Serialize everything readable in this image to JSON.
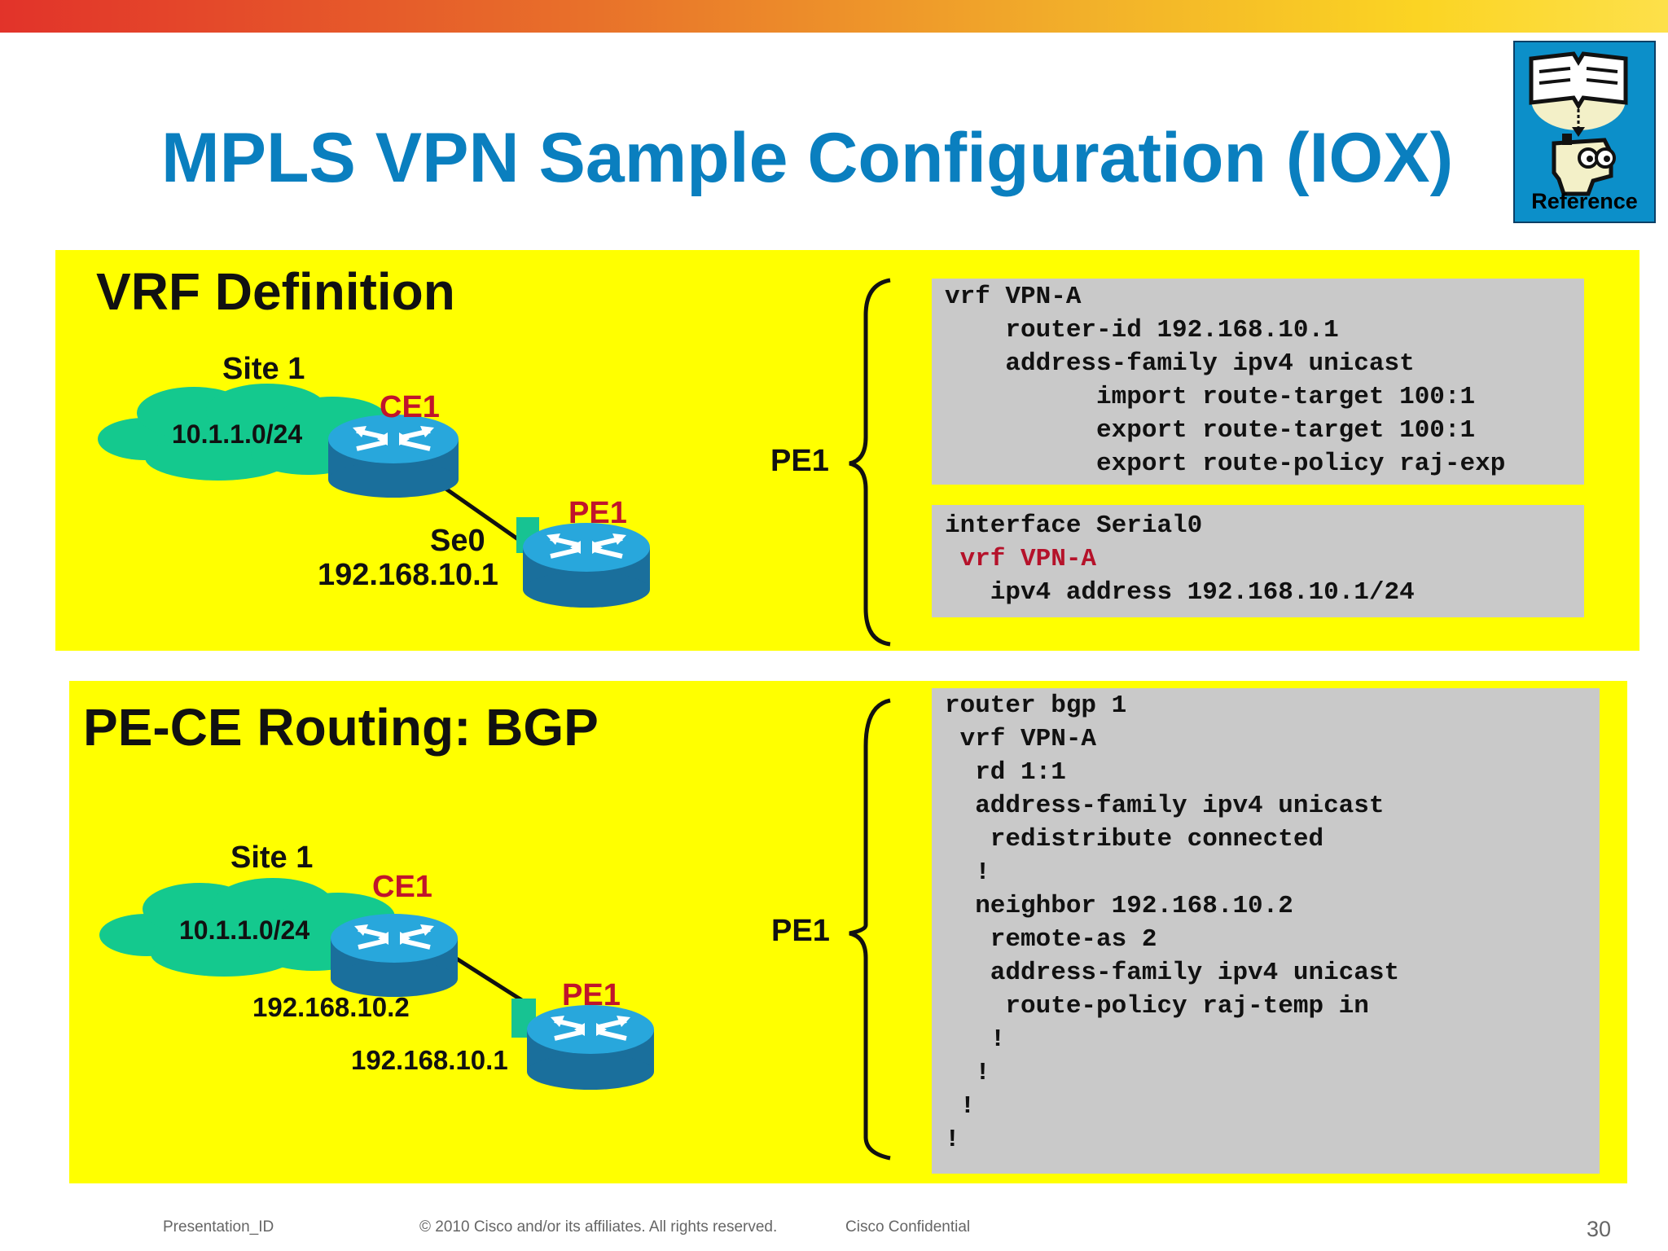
{
  "header": {
    "title": "MPLS VPN Sample Configuration (IOX)",
    "reference_label": "Reference",
    "reference_icon": "book-person-icon"
  },
  "vrf_panel": {
    "title": "VRF Definition",
    "site": "Site 1",
    "subnet": "10.1.1.0/24",
    "ce": "CE1",
    "pe": "PE1",
    "interface": "Se0",
    "pe_ip": "192.168.10.1",
    "bracket_label": "PE1",
    "config_vrf": [
      "vrf VPN-A",
      "    router-id 192.168.10.1",
      "    address-family ipv4 unicast",
      "          import route-target 100:1",
      "          export route-target 100:1",
      "          export route-policy raj-exp"
    ],
    "config_if": {
      "line1": "interface Serial0",
      "line2": " vrf VPN-A",
      "line3": "   ipv4 address 192.168.10.1/24"
    }
  },
  "bgp_panel": {
    "title": "PE-CE Routing: BGP",
    "site": "Site 1",
    "subnet": "10.1.1.0/24",
    "ce": "CE1",
    "pe": "PE1",
    "ce_ip": "192.168.10.2",
    "pe_ip": "192.168.10.1",
    "bracket_label": "PE1",
    "config": [
      "router bgp 1",
      " vrf VPN-A",
      "  rd 1:1",
      "  address-family ipv4 unicast",
      "   redistribute connected",
      "  !",
      "  neighbor 192.168.10.2",
      "   remote-as 2",
      "   address-family ipv4 unicast",
      "    route-policy raj-temp in",
      "   !",
      "  !",
      " !",
      "!"
    ]
  },
  "footer": {
    "presentation_id": "Presentation_ID",
    "copyright": "© 2010 Cisco and/or its affiliates. All rights reserved.",
    "confidential": "Cisco Confidential",
    "page_number": "30"
  },
  "colors": {
    "title": "#0a7fbf",
    "panel_bg": "#ffff00",
    "code_bg": "#c9c9c9",
    "cloud": "#14c98e",
    "router": "#1a8fc5",
    "label_red": "#c0142c",
    "interface_marker": "#17c392"
  }
}
